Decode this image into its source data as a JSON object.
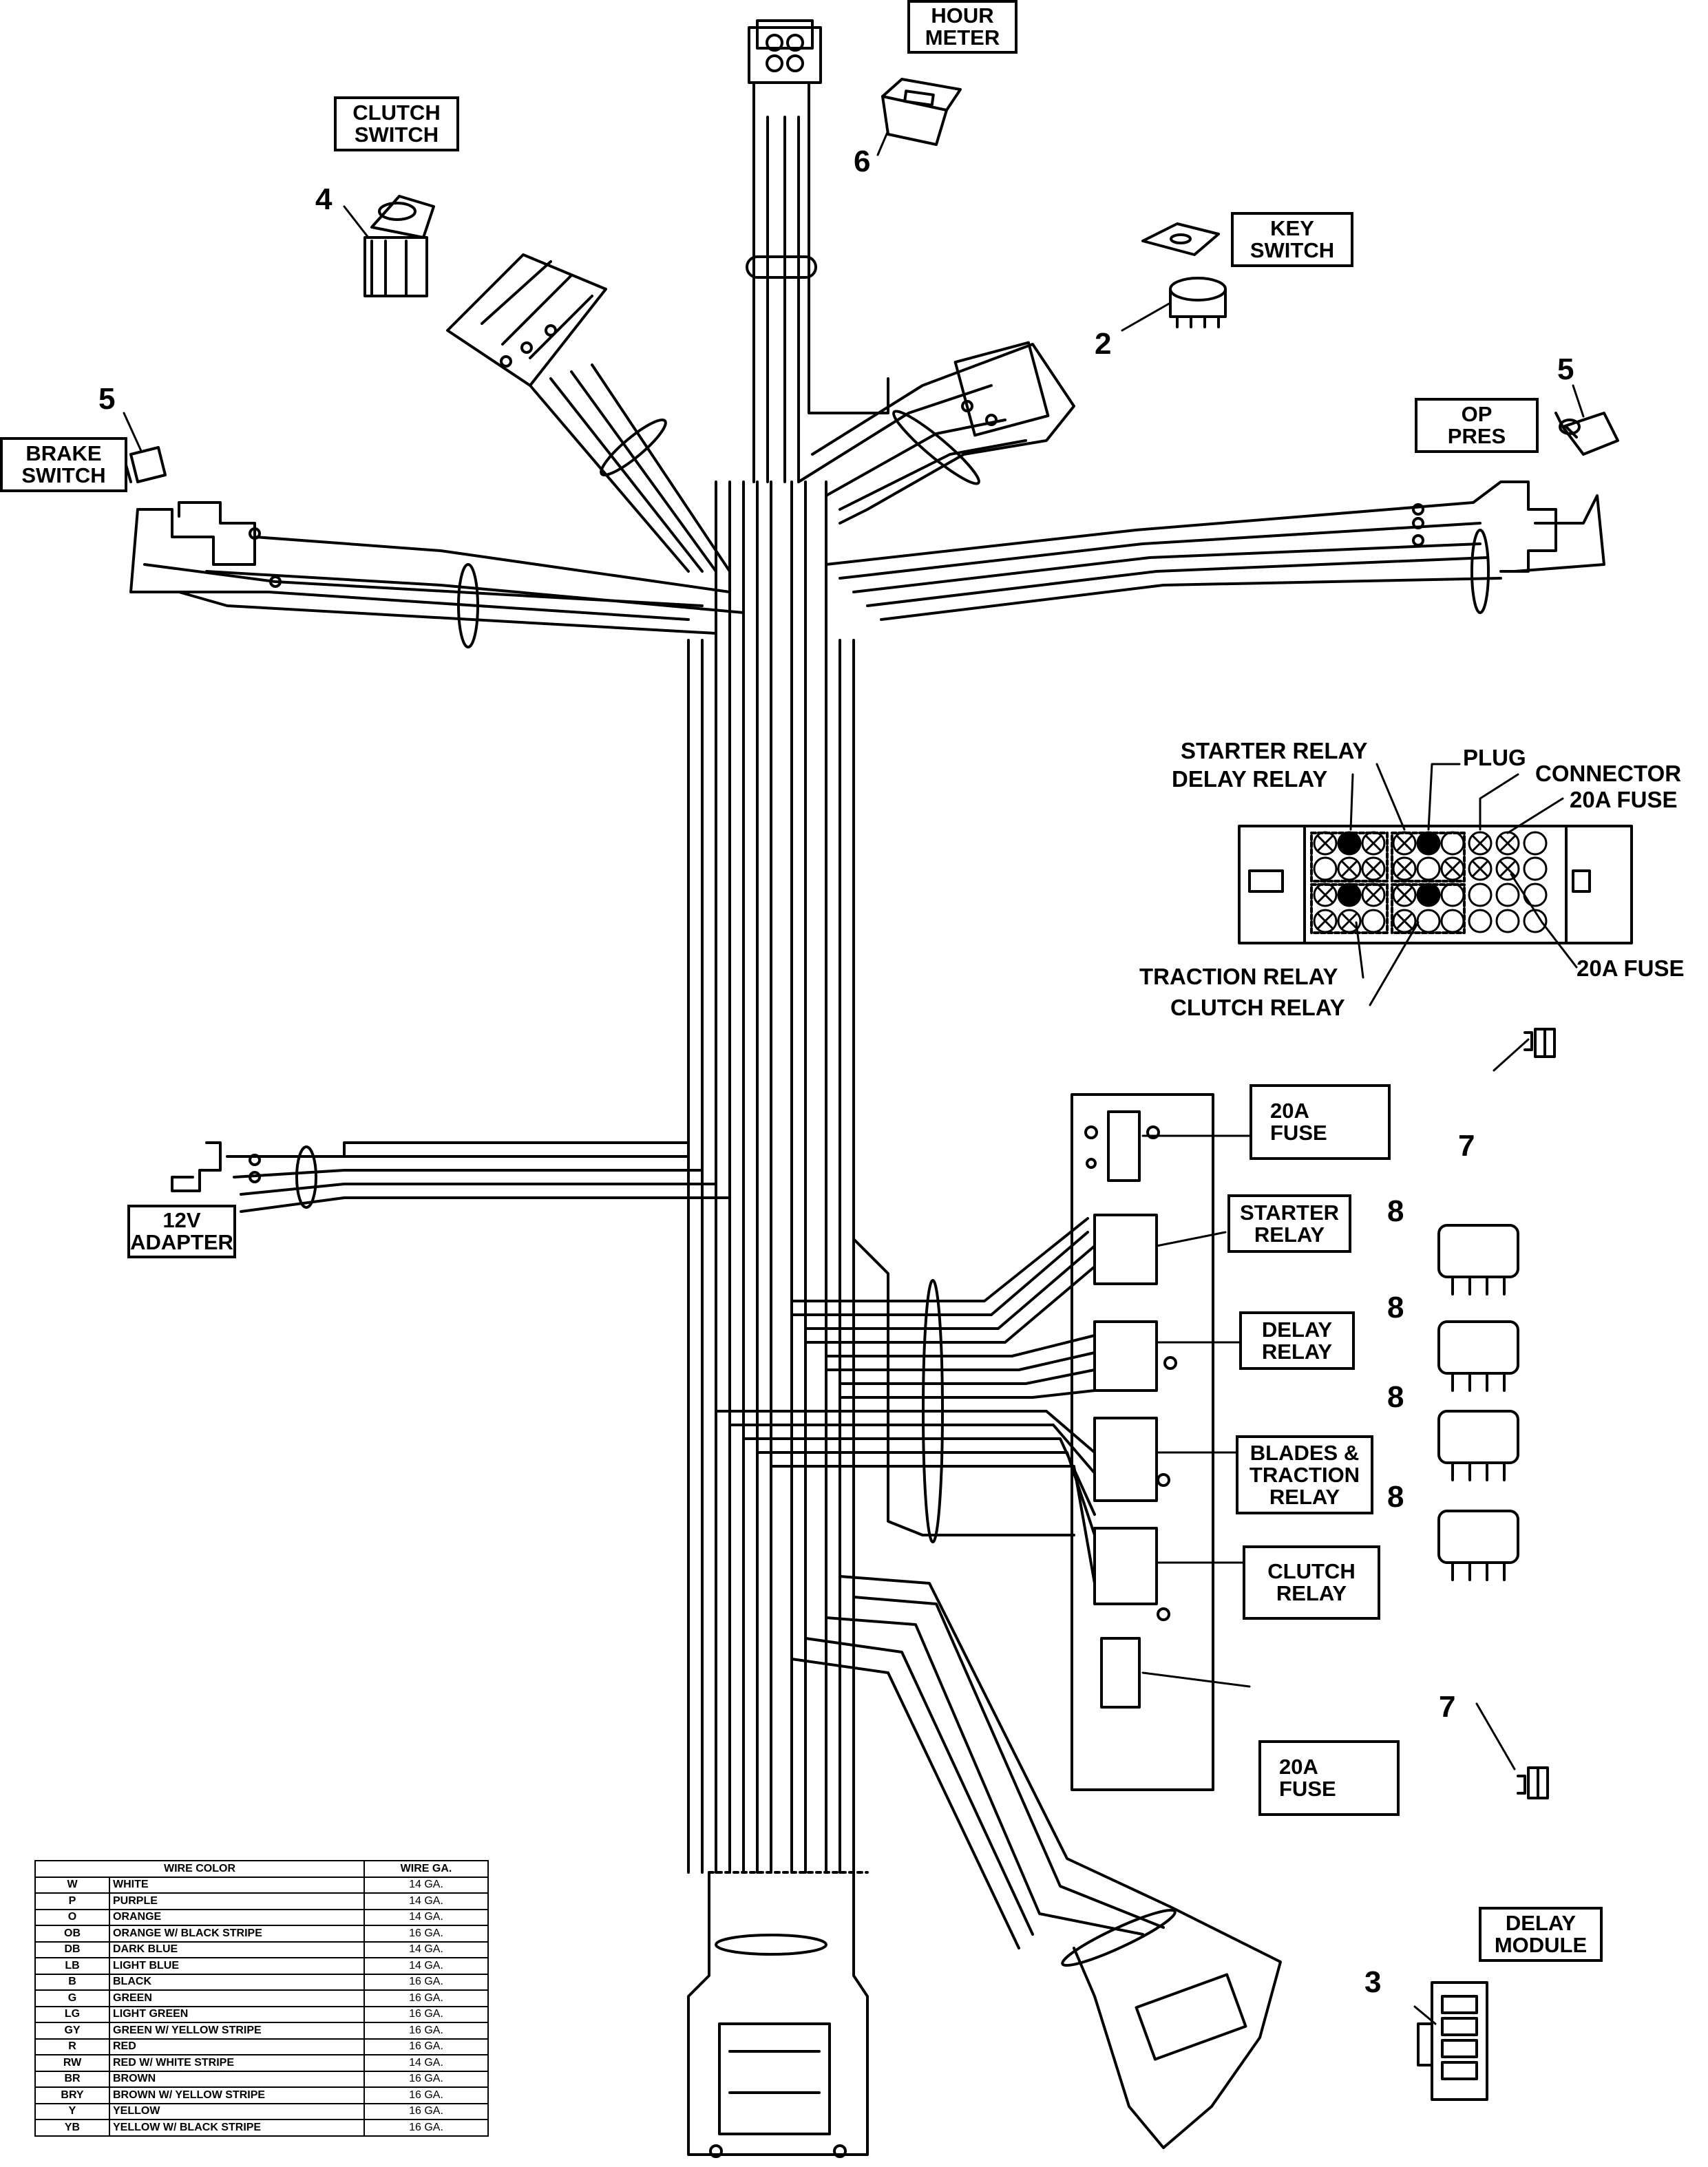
{
  "labels": {
    "hour_meter": [
      "HOUR",
      "METER"
    ],
    "clutch_switch": [
      "CLUTCH",
      "SWITCH"
    ],
    "key_switch": [
      "KEY",
      "SWITCH"
    ],
    "op_pres": [
      "OP",
      "PRES"
    ],
    "brake_switch": [
      "BRAKE",
      "SWITCH"
    ],
    "adapter_12v": [
      "12V",
      "ADAPTER"
    ],
    "fuse_box_upper": [
      "20A",
      "FUSE"
    ],
    "starter_relay_box": [
      "STARTER",
      "RELAY"
    ],
    "delay_relay_box": [
      "DELAY",
      "RELAY"
    ],
    "blades_traction_relay": [
      "BLADES &",
      "TRACTION",
      "RELAY"
    ],
    "clutch_relay_box": [
      "CLUTCH",
      "RELAY"
    ],
    "fuse_box_lower": [
      "20A",
      "FUSE"
    ],
    "delay_module": [
      "DELAY",
      "MODULE"
    ]
  },
  "part_numbers": {
    "hour_meter": "6",
    "clutch_switch": "4",
    "key_switch": "2",
    "brake_switch": "5",
    "op_pres": "5",
    "fuse_upper": "7",
    "fuse_lower": "7",
    "relay_1": "8",
    "relay_2": "8",
    "relay_3": "8",
    "relay_4": "8",
    "delay_module": "3"
  },
  "fuse_block_callouts": {
    "starter_relay": "STARTER RELAY",
    "delay_relay": "DELAY RELAY",
    "plug": "PLUG",
    "connector": "CONNECTOR",
    "fuse_top": "20A FUSE",
    "fuse_bottom": "20A FUSE",
    "traction_relay": "TRACTION RELAY",
    "clutch_relay": "CLUTCH RELAY"
  },
  "wire_table": {
    "header_color": "WIRE COLOR",
    "header_gauge": "WIRE GA.",
    "rows": [
      {
        "code": "W",
        "color": "WHITE",
        "gauge": "14 GA."
      },
      {
        "code": "P",
        "color": "PURPLE",
        "gauge": "14 GA."
      },
      {
        "code": "O",
        "color": "ORANGE",
        "gauge": "14 GA."
      },
      {
        "code": "OB",
        "color": "ORANGE W/ BLACK STRIPE",
        "gauge": "16 GA."
      },
      {
        "code": "DB",
        "color": "DARK BLUE",
        "gauge": "14 GA."
      },
      {
        "code": "LB",
        "color": "LIGHT BLUE",
        "gauge": "14 GA."
      },
      {
        "code": "B",
        "color": "BLACK",
        "gauge": "16 GA."
      },
      {
        "code": "G",
        "color": "GREEN",
        "gauge": "16 GA."
      },
      {
        "code": "LG",
        "color": "LIGHT GREEN",
        "gauge": "16 GA."
      },
      {
        "code": "GY",
        "color": "GREEN W/ YELLOW STRIPE",
        "gauge": "16 GA."
      },
      {
        "code": "R",
        "color": "RED",
        "gauge": "16 GA."
      },
      {
        "code": "RW",
        "color": "RED W/ WHITE STRIPE",
        "gauge": "14 GA."
      },
      {
        "code": "BR",
        "color": "BROWN",
        "gauge": "16 GA."
      },
      {
        "code": "BRY",
        "color": "BROWN W/ YELLOW STRIPE",
        "gauge": "16 GA."
      },
      {
        "code": "Y",
        "color": "YELLOW",
        "gauge": "16 GA."
      },
      {
        "code": "YB",
        "color": "YELLOW W/ BLACK STRIPE",
        "gauge": "16 GA."
      }
    ]
  },
  "colors": {
    "line": "#000000",
    "background": "#ffffff"
  }
}
